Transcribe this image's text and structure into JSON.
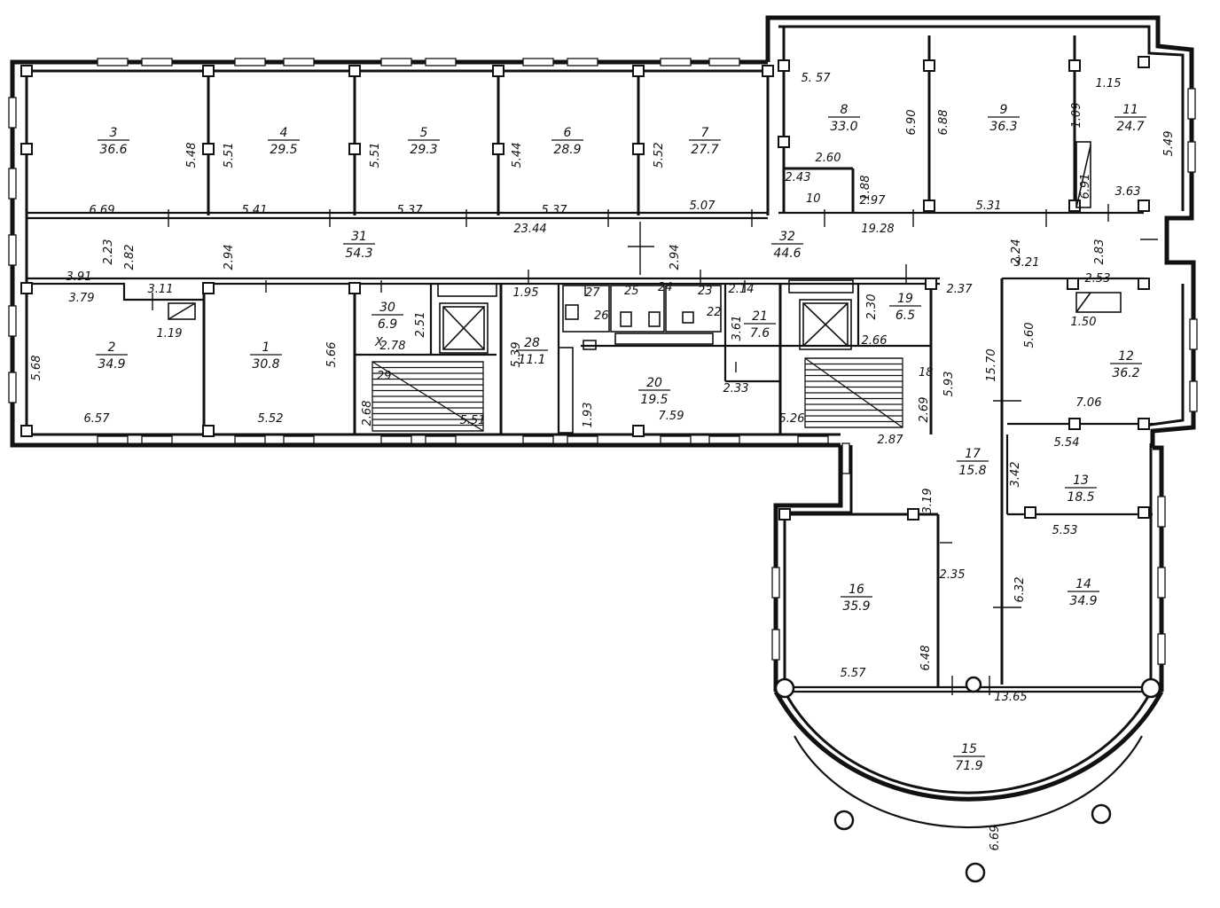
{
  "rooms": [
    {
      "id": "r3",
      "num": "3",
      "area": "36.6"
    },
    {
      "id": "r4",
      "num": "4",
      "area": "29.5"
    },
    {
      "id": "r5",
      "num": "5",
      "area": "29.3"
    },
    {
      "id": "r6",
      "num": "6",
      "area": "28.9"
    },
    {
      "id": "r7",
      "num": "7",
      "area": "27.7"
    },
    {
      "id": "r8",
      "num": "8",
      "area": "33.0"
    },
    {
      "id": "r9",
      "num": "9",
      "area": "36.3"
    },
    {
      "id": "r11",
      "num": "11",
      "area": "24.7"
    },
    {
      "id": "r31",
      "num": "31",
      "area": "54.3"
    },
    {
      "id": "r32",
      "num": "32",
      "area": "44.6"
    },
    {
      "id": "r2",
      "num": "2",
      "area": "34.9"
    },
    {
      "id": "r1",
      "num": "1",
      "area": "30.8"
    },
    {
      "id": "r30",
      "num": "30",
      "area": "6.9"
    },
    {
      "id": "r28",
      "num": "28",
      "area": "11.1"
    },
    {
      "id": "r20",
      "num": "20",
      "area": "19.5"
    },
    {
      "id": "r21",
      "num": "21",
      "area": "7.6"
    },
    {
      "id": "r19",
      "num": "19",
      "area": "6.5"
    },
    {
      "id": "r12",
      "num": "12",
      "area": "36.2"
    },
    {
      "id": "r17",
      "num": "17",
      "area": "15.8"
    },
    {
      "id": "r13",
      "num": "13",
      "area": "18.5"
    },
    {
      "id": "r16",
      "num": "16",
      "area": "35.9"
    },
    {
      "id": "r14",
      "num": "14",
      "area": "34.9"
    },
    {
      "id": "r15",
      "num": "15",
      "area": "71.9"
    }
  ],
  "room_labels": [
    "10",
    "27",
    "25",
    "24",
    "23",
    "26",
    "22",
    "29",
    "18",
    "X"
  ],
  "dimensions": {
    "d_557_top": "5. 57",
    "d_690": "6.90",
    "d_688": "6.88",
    "d_109": "1.09",
    "d_115": "1.15",
    "d_549": "5.49",
    "d_548": "5.48",
    "d_551a": "5.51",
    "d_551b": "5.51",
    "d_544": "5.44",
    "d_552": "5.52",
    "d_260": "2.60",
    "d_243": "2.43",
    "d_188": "1.88",
    "d_691": "6.91",
    "d_363": "3.63",
    "d_669": "6.69",
    "d_541": "5.41",
    "d_537a": "5.37",
    "d_537b": "5.37",
    "d_507": "5.07",
    "d_2344": "23.44",
    "d_1928": "19.28",
    "d_297": "2.97",
    "d_531": "5.31",
    "d_223": "2.23",
    "d_282": "2.82",
    "d_294": "2.94",
    "d_294b": "2.94",
    "d_224": "2.24",
    "d_283": "2.83",
    "d_391": "3.91",
    "d_379": "3.79",
    "d_311": "3.11",
    "d_119": "1.19",
    "d_321": "3.21",
    "d_253": "2.53",
    "d_568": "5.68",
    "d_566": "5.66",
    "d_657": "6.57",
    "d_552b": "5.52",
    "d_251": "2.51",
    "d_278": "2.78",
    "d_268": "2.68",
    "d_551c": "5.51",
    "d_195": "1.95",
    "d_539": "5.39",
    "d_193": "1.93",
    "d_759": "7.59",
    "d_214": "2.14",
    "d_361": "3.61",
    "d_233": "2.33",
    "d_230": "2.30",
    "d_266": "2.66",
    "d_269": "2.69",
    "d_526": "5.26",
    "d_593": "5.93",
    "d_287": "2.87",
    "d_237": "2.37",
    "d_1570": "15.70",
    "d_560": "5.60",
    "d_150": "1.50",
    "d_706": "7.06",
    "d_554": "5.54",
    "d_342": "3.42",
    "d_319": "3.19",
    "d_553": "5.53",
    "d_632": "6.32",
    "d_235": "2.35",
    "d_648": "6.48",
    "d_557b": "5.57",
    "d_1365": "13.65",
    "d_669b": "6.69"
  }
}
